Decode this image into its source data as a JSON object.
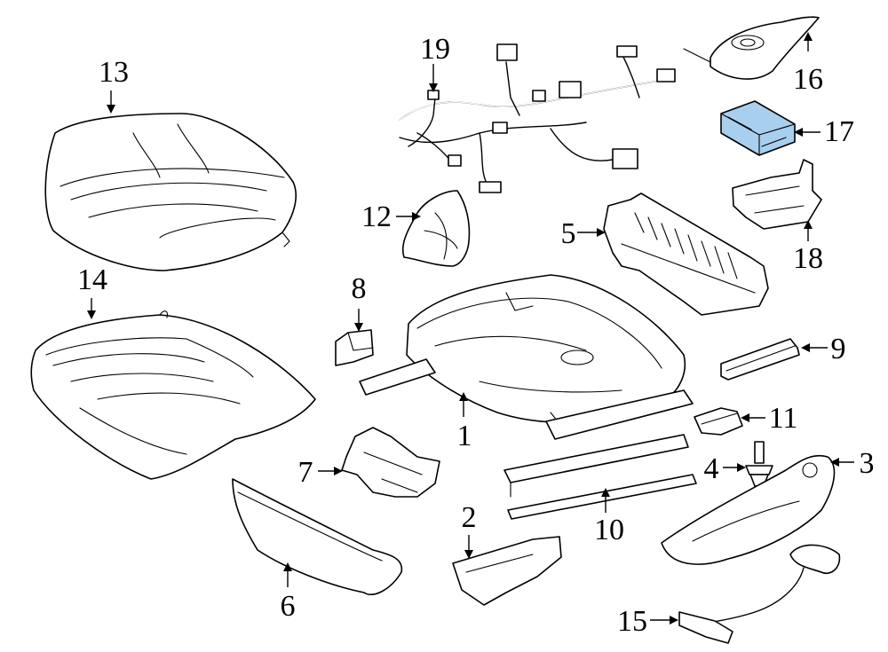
{
  "callouts": {
    "c1": "1",
    "c2": "2",
    "c3": "3",
    "c4": "4",
    "c5": "5",
    "c6": "6",
    "c7": "7",
    "c8": "8",
    "c9": "9",
    "c10": "10",
    "c11": "11",
    "c12": "12",
    "c13": "13",
    "c14": "14",
    "c15": "15",
    "c16": "16",
    "c17": "17",
    "c18": "18",
    "c19": "19"
  },
  "colors": {
    "highlight": "#a8cfee",
    "line": "#000000",
    "background": "#ffffff"
  },
  "highlighted_part": "17"
}
